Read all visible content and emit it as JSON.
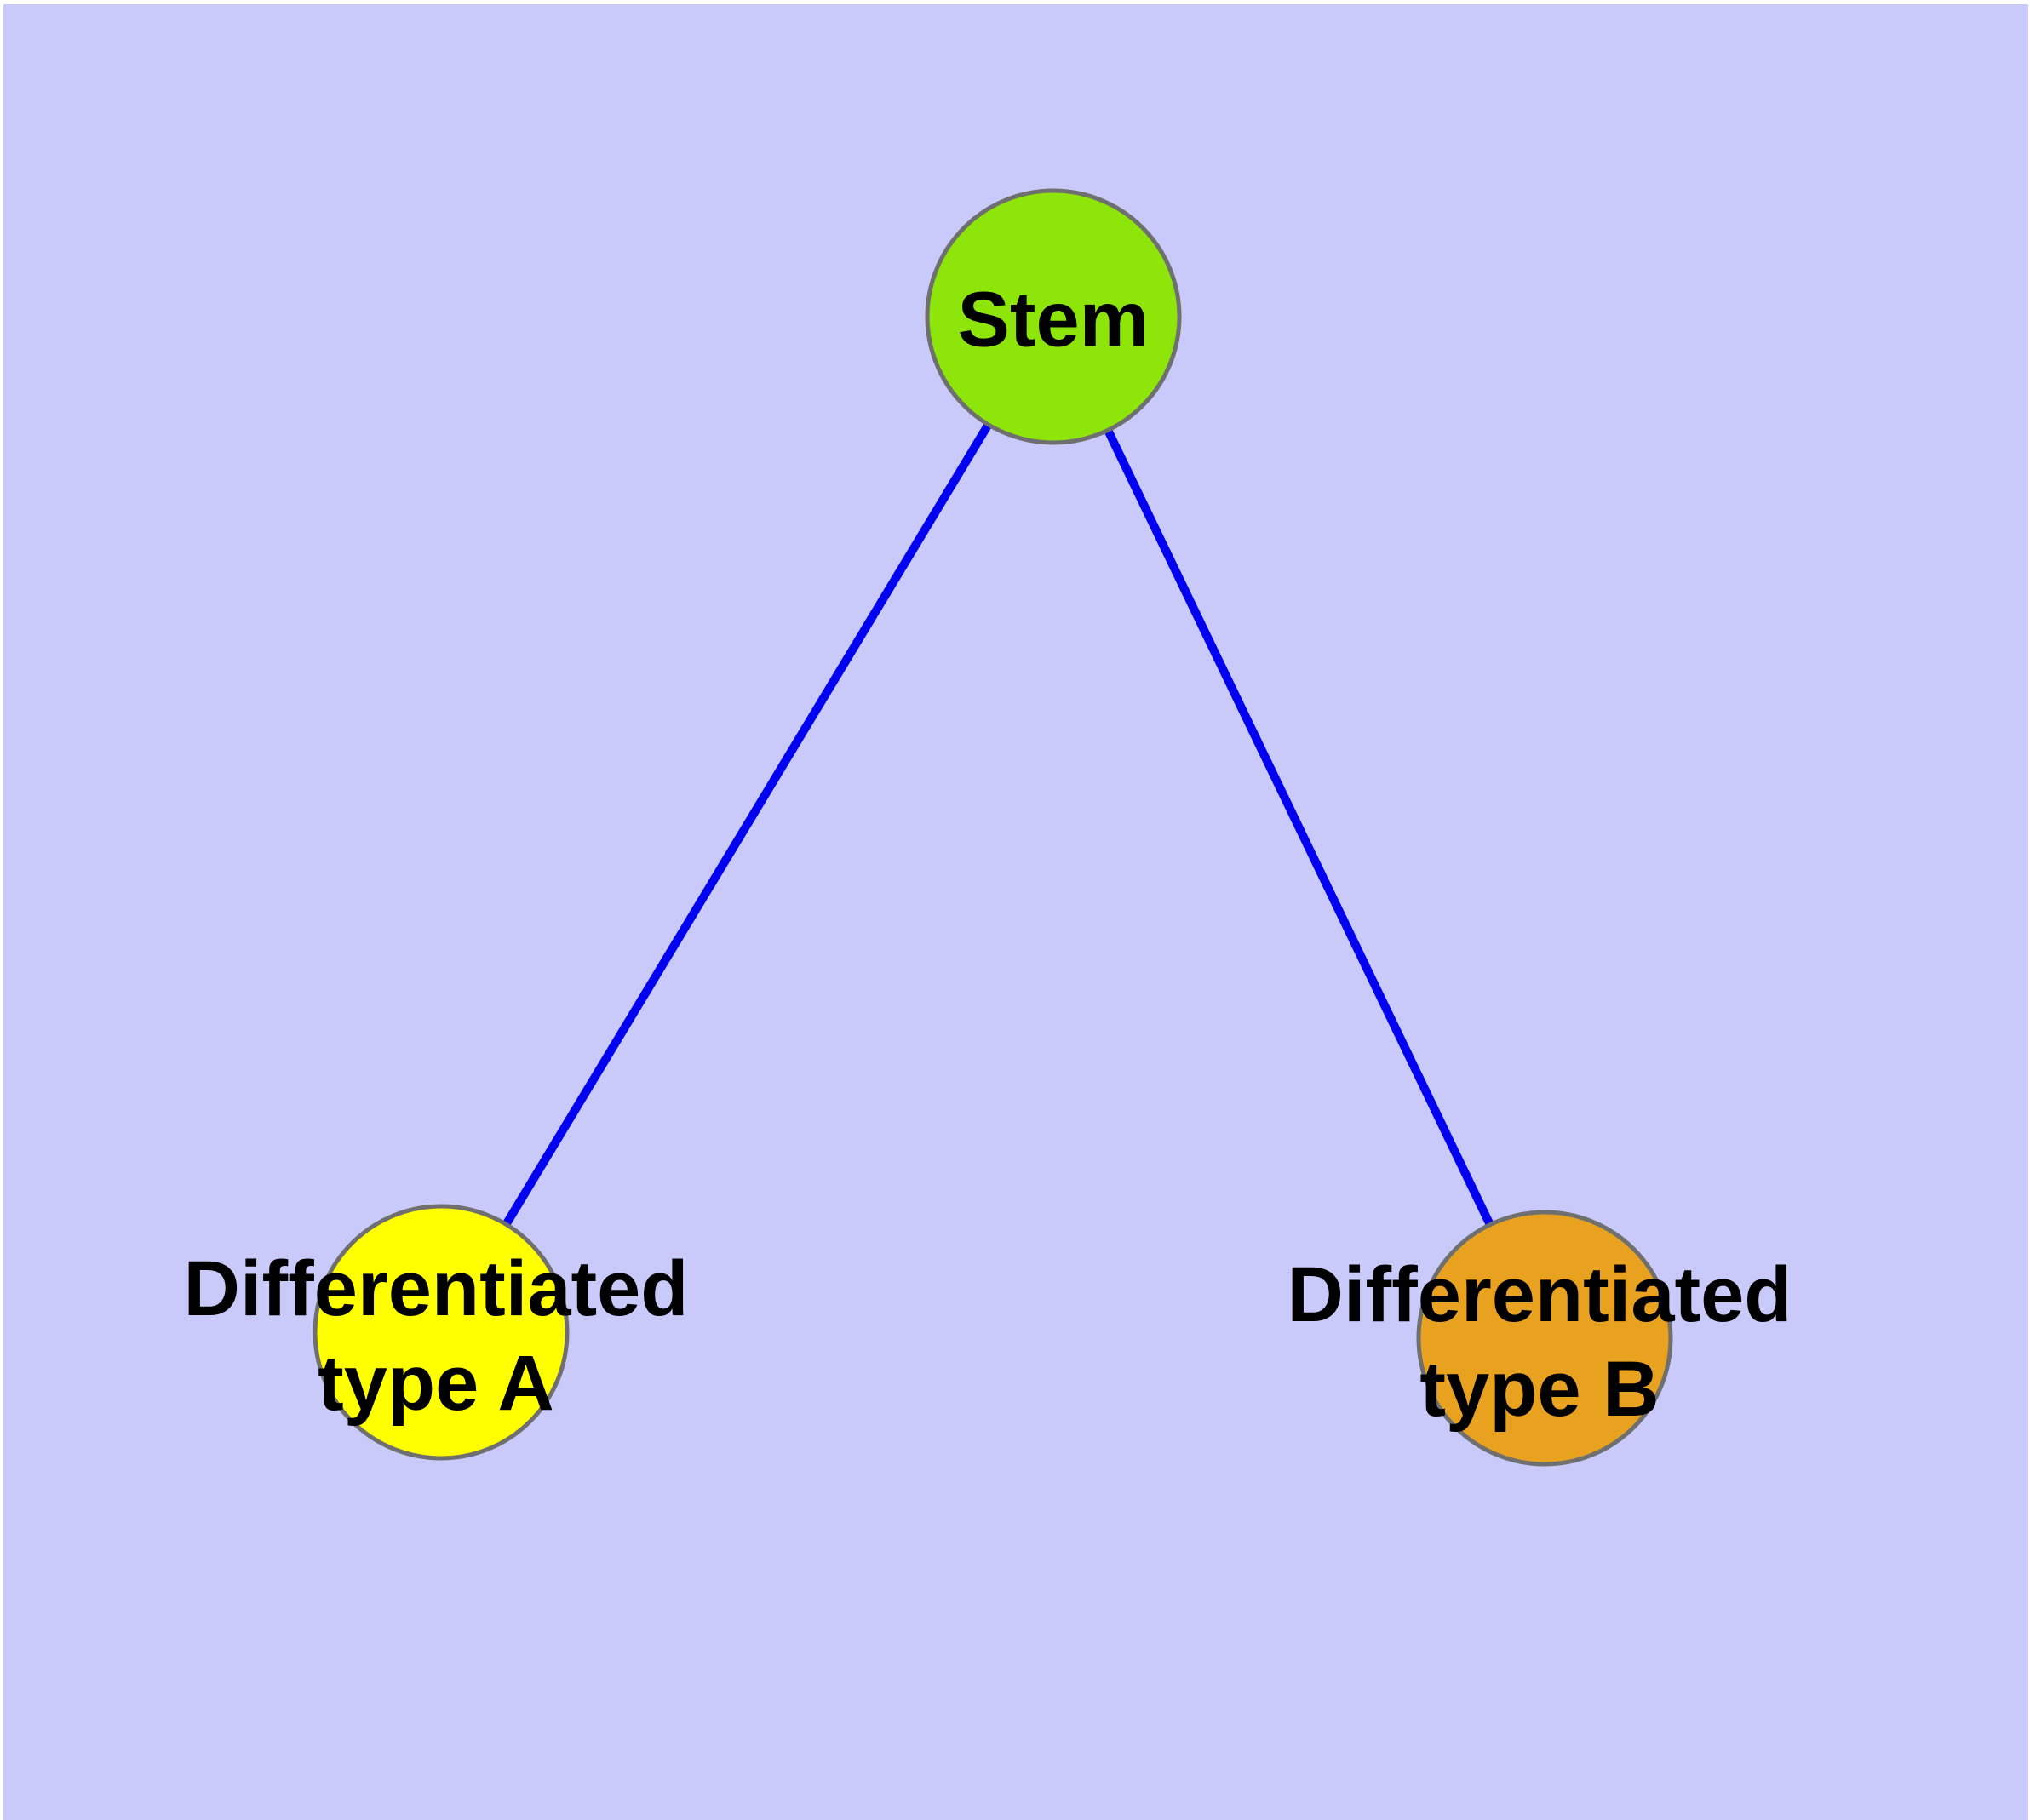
{
  "figure": {
    "kind": "node-link diagram",
    "background_color": "#C9C9FA",
    "page_margin_color": "#FFFFFF",
    "text_color": "#000000"
  },
  "nodes": {
    "stem": {
      "label": "Stem",
      "fill": "#8DE50A",
      "border": "#6F6F6F"
    },
    "type_a": {
      "label_line1": "Differentiated",
      "label_line2": "type A",
      "fill": "#FFFF00",
      "border": "#6F6F6F"
    },
    "type_b": {
      "label_line1": "Differentiated",
      "label_line2": "type B",
      "fill": "#E8A220",
      "border": "#6F6F6F"
    }
  },
  "edges": {
    "color": "#0202F0",
    "list": [
      {
        "from": "Stem",
        "to": "Differentiated type A"
      },
      {
        "from": "Stem",
        "to": "Differentiated type B"
      }
    ]
  }
}
